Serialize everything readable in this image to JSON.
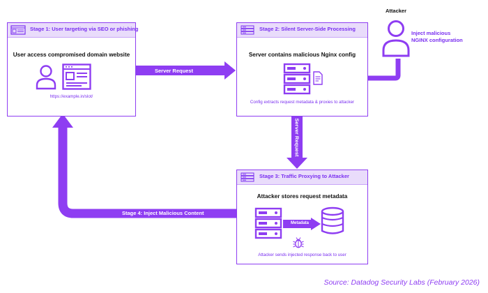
{
  "stage1": {
    "title": "Stage 1: User targeting via SEO or phishing",
    "heading": "User access compromised domain website",
    "url": "https://example.in/slot/"
  },
  "stage2": {
    "title": "Stage 2: Silent Server-Side Processing",
    "heading": "Server contains malicious Nginx config",
    "caption": "Config extracts request metadata & proxies to attacker"
  },
  "stage3": {
    "title": "Stage 3: Traffic Proxying to Attacker",
    "heading": "Attacker stores request metadata",
    "metadata_label": "Metadata",
    "caption": "Attacker sends injected response back to user"
  },
  "attacker": {
    "label": "Attacker",
    "note_line1": "Inject malicious",
    "note_line2": "NGINX configuration"
  },
  "arrows": {
    "server_request_horizontal": "Server Request",
    "server_request_vertical": "Server Request",
    "stage4": "Stage 4: Inject Malicious Content"
  },
  "source": "Source: Datadog Security Labs (February 2026)",
  "colors": {
    "accent": "#8e3df2",
    "accent_dark": "#7a2ff0",
    "header_fill": "#e9dcfb",
    "text": "#111111"
  },
  "icons": [
    "browser-window-icon",
    "server-rack-icon",
    "user-icon",
    "webpage-icon",
    "config-file-icon",
    "database-icon",
    "bug-icon"
  ]
}
